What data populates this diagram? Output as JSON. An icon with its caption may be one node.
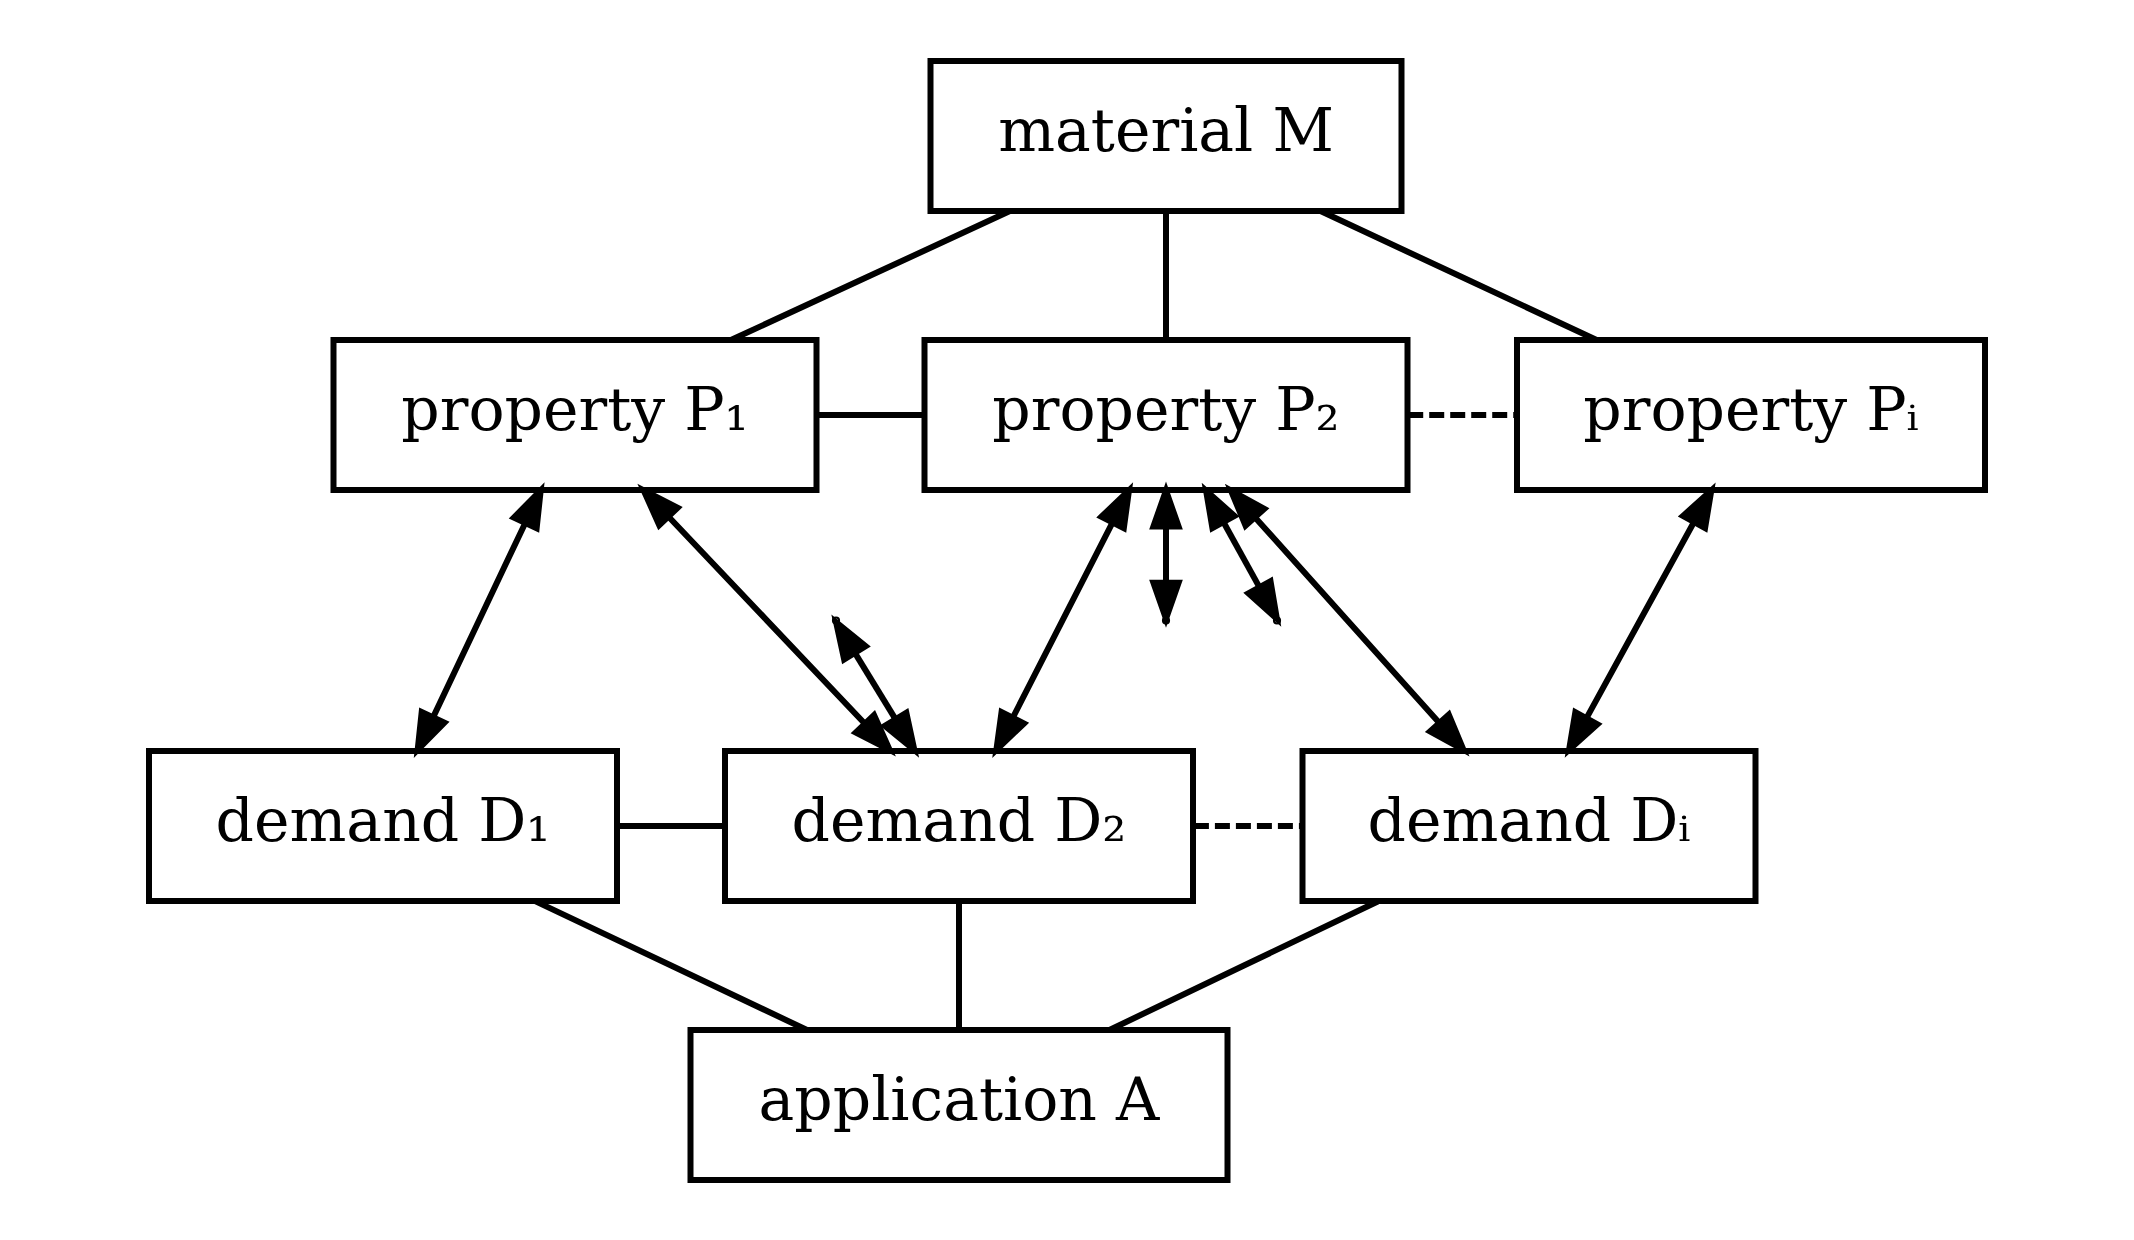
{
  "diagram": {
    "nodes": [
      {
        "text": [
          "material M"
        ]
      },
      {
        "text": [
          "property P₁"
        ]
      },
      {
        "text": [
          "property P₂"
        ]
      },
      {
        "text": [
          "property Pᵢ"
        ]
      },
      {
        "text": [
          "demand D₁"
        ]
      },
      {
        "text": [
          "demand D₂"
        ]
      },
      {
        "text": [
          "demand Dᵢ"
        ]
      },
      {
        "text": [
          "application A"
        ]
      }
    ],
    "edges": [
      {
        "from": 0,
        "to": 1,
        "arrow": "none"
      },
      {
        "from": 0,
        "to": 2,
        "arrow": "none"
      },
      {
        "from": 0,
        "to": 3,
        "arrow": "none"
      },
      {
        "from": 1,
        "to": 2,
        "arrow": "none"
      },
      {
        "from": 2,
        "to": 3,
        "arrow": "none",
        "style": "dashed"
      },
      {
        "from": 1,
        "to": 4,
        "arrow": "both"
      },
      {
        "from": 1,
        "to": 5,
        "arrow": "both"
      },
      {
        "from": null,
        "to": 5,
        "arrow": "both"
      },
      {
        "from": 2,
        "to": 5,
        "arrow": "both"
      },
      {
        "from": 2,
        "to": null,
        "arrow": "both"
      },
      {
        "from": 2,
        "to": null,
        "arrow": "both"
      },
      {
        "from": 3,
        "to": 6,
        "arrow": "both"
      },
      {
        "from": 2,
        "to": 6,
        "arrow": "both"
      },
      {
        "from": 4,
        "to": 5,
        "arrow": "none"
      },
      {
        "from": 5,
        "to": 6,
        "arrow": "none",
        "style": "dashed"
      },
      {
        "from": 4,
        "to": 7,
        "arrow": "none"
      },
      {
        "from": 5,
        "to": 7,
        "arrow": "none"
      },
      {
        "from": 6,
        "to": 7,
        "arrow": "none"
      }
    ]
  }
}
